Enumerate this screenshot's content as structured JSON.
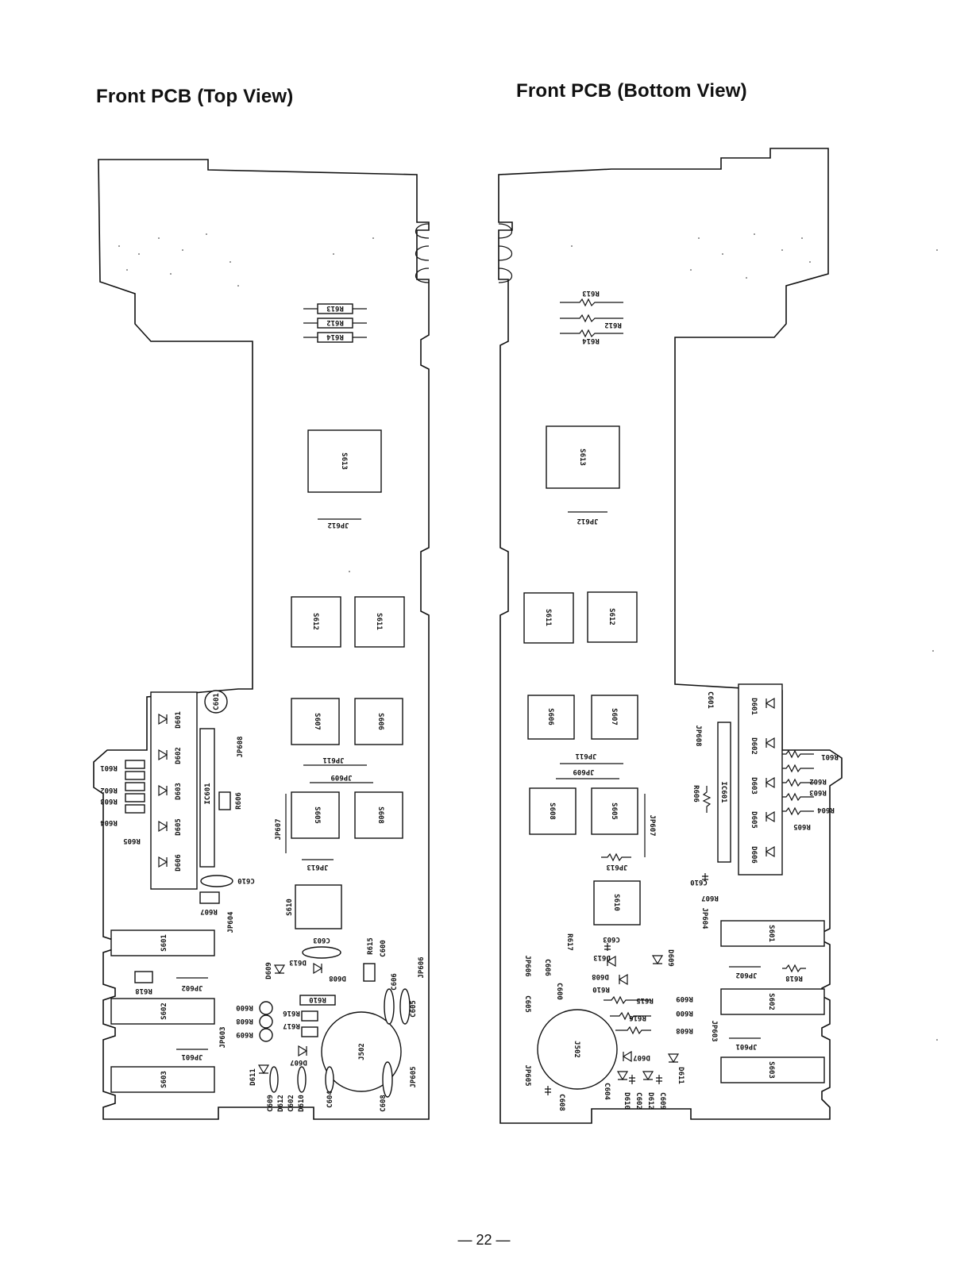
{
  "titles": {
    "left": "Front PCB (Top View)",
    "right": "Front PCB (Bottom View)"
  },
  "page_number": "— 22 —",
  "top_view": {
    "switches": [
      "S613",
      "S612",
      "S611",
      "S607",
      "S606",
      "S605",
      "S608",
      "S610",
      "S601",
      "S602",
      "S603"
    ],
    "resistors": [
      "R613",
      "R612",
      "R614",
      "R601",
      "R602",
      "R603",
      "R604",
      "R605",
      "R606",
      "R607",
      "R618",
      "R610",
      "R616",
      "R617",
      "R615",
      "R608",
      "R609",
      "R600"
    ],
    "diodes": [
      "D601",
      "D602",
      "D603",
      "D605",
      "D606",
      "D613",
      "D608",
      "D609",
      "D607",
      "D611",
      "D612",
      "D610"
    ],
    "capacitors": [
      "C601",
      "C610",
      "C603",
      "C606",
      "C605",
      "C604",
      "C608",
      "C609",
      "C602",
      "C600"
    ],
    "jumpers": [
      "JP612",
      "JP611",
      "JP609",
      "JP613",
      "JP607",
      "JP608",
      "JP604",
      "JP602",
      "JP603",
      "JP601",
      "JP606",
      "JP605"
    ],
    "ics": [
      "IC601"
    ],
    "jack": "J502"
  },
  "bottom_view": {
    "switches": [
      "S613",
      "S611",
      "S612",
      "S606",
      "S607",
      "S608",
      "S605",
      "S610",
      "S601",
      "S602",
      "S603"
    ],
    "resistors": [
      "R613",
      "R612",
      "R614",
      "R601",
      "R602",
      "R603",
      "R604",
      "R605",
      "R606",
      "R607",
      "R618",
      "R610",
      "R615",
      "R616",
      "R617",
      "R600",
      "R608",
      "R609"
    ],
    "diodes": [
      "D601",
      "D602",
      "D603",
      "D605",
      "D606",
      "D613",
      "D608",
      "D609",
      "D607",
      "D611",
      "D610",
      "D612"
    ],
    "capacitors": [
      "C601",
      "C610",
      "C603",
      "C600",
      "C605",
      "C604",
      "C608",
      "C609",
      "C602",
      "C606"
    ],
    "jumpers": [
      "JP612",
      "JP611",
      "JP609",
      "JP613",
      "JP607",
      "JP608",
      "JP604",
      "JP602",
      "JP603",
      "JP601",
      "JP606",
      "JP605"
    ],
    "ics": [
      "IC601"
    ],
    "jack": "J502"
  }
}
